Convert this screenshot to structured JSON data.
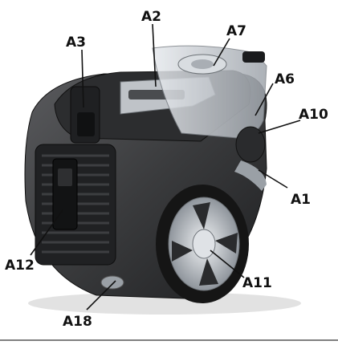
{
  "labels": {
    "a1": "A1",
    "a2": "A2",
    "a3": "A3",
    "a6": "A6",
    "a7": "A7",
    "a10": "A10",
    "a11": "A11",
    "a12": "A12",
    "a18": "A18"
  },
  "colors": {
    "body": "#3a3b3d",
    "body_dark": "#1e1f21",
    "body_light": "#5a5b5e",
    "silver": "#bfc3c8",
    "transparent_bin": "#c9cdd2",
    "tire": "#151515"
  }
}
